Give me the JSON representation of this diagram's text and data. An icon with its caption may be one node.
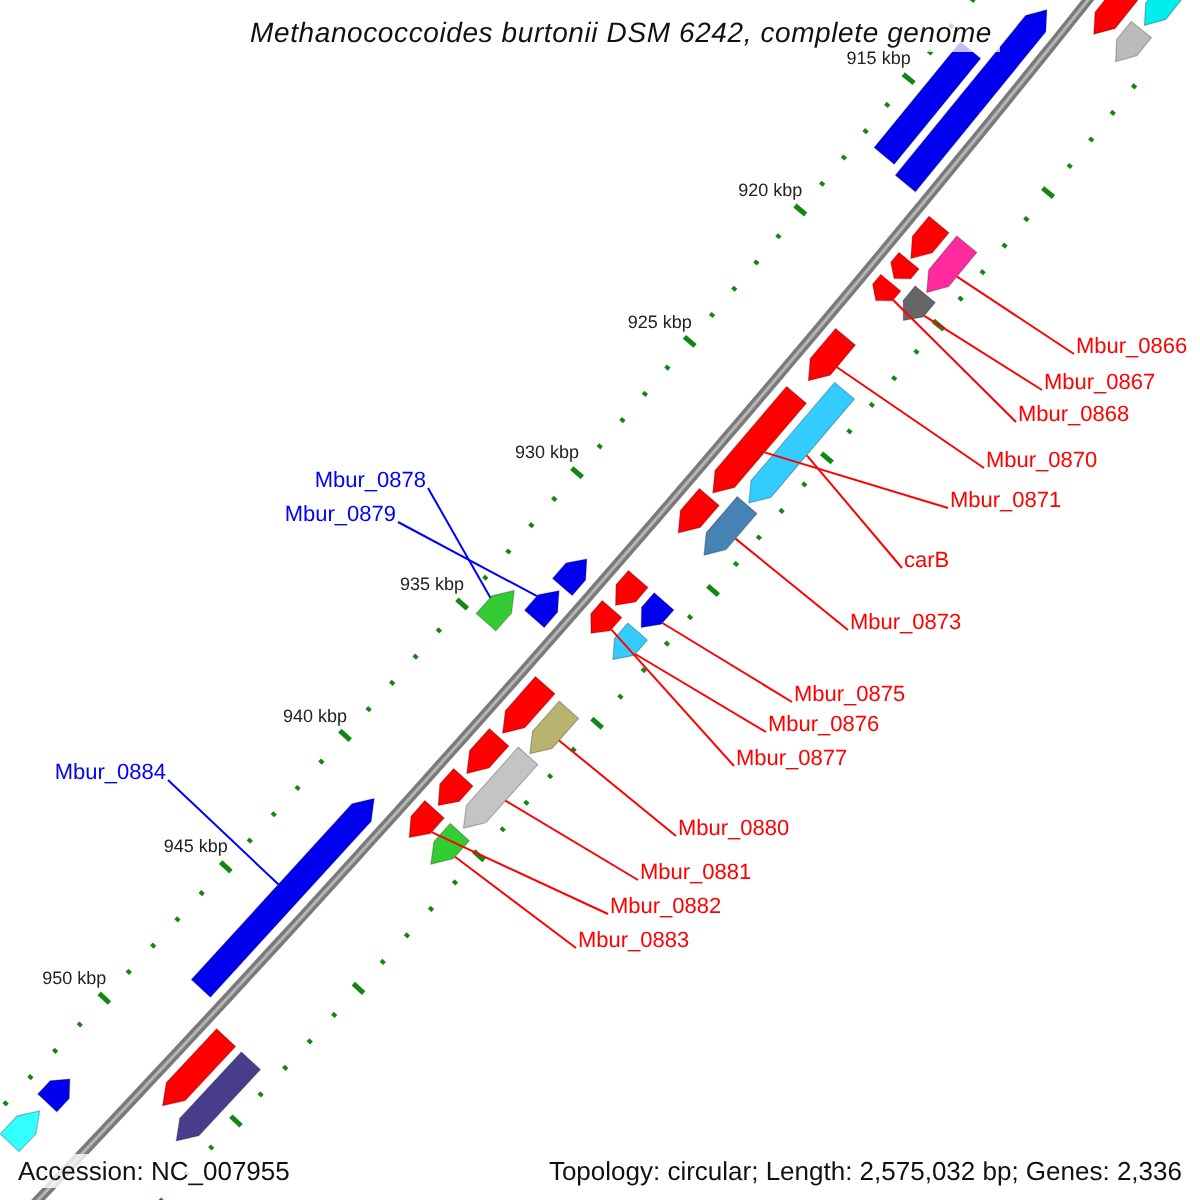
{
  "diagram": {
    "title": "Methanococcoides burtonii DSM 6242, complete genome",
    "nodes": [
      {
        "text": [
          "Mbur_0866"
        ]
      },
      {
        "text": [
          "Mbur_0867"
        ]
      },
      {
        "text": [
          "Mbur_0868"
        ]
      },
      {
        "text": [
          "Mbur_0870"
        ]
      },
      {
        "text": [
          "Mbur_0871"
        ]
      },
      {
        "text": [
          "carB"
        ]
      },
      {
        "text": [
          "Mbur_0873"
        ]
      },
      {
        "text": [
          "Mbur_0878"
        ]
      },
      {
        "text": [
          "Mbur_0879"
        ]
      },
      {
        "text": [
          "Mbur_0875"
        ]
      },
      {
        "text": [
          "Mbur_0876"
        ]
      },
      {
        "text": [
          "Mbur_0877"
        ]
      },
      {
        "text": [
          "Mbur_0880"
        ]
      },
      {
        "text": [
          "Mbur_0881"
        ]
      },
      {
        "text": [
          "Mbur_0882"
        ]
      },
      {
        "text": [
          "Mbur_0883"
        ]
      },
      {
        "text": [
          "Mbur_0884"
        ]
      },
      {
        "text": [],
        "shape": "bar"
      },
      {
        "text": [],
        "shape": "bar"
      },
      {
        "text": [],
        "shape": "bar"
      },
      {
        "text": [],
        "shape": "bar"
      },
      {
        "text": [],
        "shape": "bar"
      },
      {
        "text": [],
        "shape": "bar"
      },
      {
        "text": [],
        "shape": "bar"
      },
      {
        "text": [],
        "shape": "bar"
      },
      {
        "text": [],
        "shape": "bar"
      },
      {
        "text": [],
        "shape": "bar"
      },
      {
        "text": [],
        "shape": "bar"
      },
      {
        "text": [],
        "shape": "bar"
      },
      {
        "text": [],
        "shape": "bar"
      },
      {
        "text": [],
        "shape": "bar"
      },
      {
        "text": [],
        "shape": "bar"
      },
      {
        "text": [],
        "shape": "bar"
      },
      {
        "text": [],
        "shape": "bar"
      },
      {
        "text": [],
        "shape": "box"
      },
      {
        "text": [],
        "shape": "bar"
      },
      {
        "text": [],
        "shape": "bar"
      },
      {
        "text": [],
        "shape": "bar"
      },
      {
        "text": [],
        "shape": "bar"
      },
      {
        "text": [],
        "shape": "bar"
      },
      {
        "text": [],
        "shape": "bar"
      },
      {
        "text": [],
        "shape": "bar"
      },
      {
        "text": [],
        "shape": "bar"
      },
      {
        "text": [],
        "shape": "bar"
      },
      {
        "text": [],
        "shape": "bar"
      },
      {
        "text": [],
        "shape": "bar"
      },
      {
        "text": [],
        "shape": "bar"
      },
      {
        "text": [],
        "shape": "bar"
      },
      {
        "text": [],
        "shape": "bar"
      },
      {
        "text": [],
        "shape": "bar"
      },
      {
        "text": [],
        "shape": "bar"
      }
    ],
    "edges": [
      {
        "from": 0,
        "to": 17,
        "arrow": "none"
      },
      {
        "from": 1,
        "to": 18,
        "arrow": "none"
      },
      {
        "from": 2,
        "to": 19,
        "arrow": "none"
      },
      {
        "from": 3,
        "to": 20,
        "arrow": "none"
      },
      {
        "from": 4,
        "to": 21,
        "arrow": "none"
      },
      {
        "from": 5,
        "to": 22,
        "arrow": "none"
      },
      {
        "from": 6,
        "to": 23,
        "arrow": "none"
      },
      {
        "from": 7,
        "to": 24,
        "arrow": "none",
        "color": "#0000ff"
      },
      {
        "from": 8,
        "to": 25,
        "arrow": "none",
        "color": "#0000ff"
      },
      {
        "from": 9,
        "to": 26,
        "arrow": "none"
      },
      {
        "from": 10,
        "to": 27,
        "arrow": "none"
      },
      {
        "from": 11,
        "to": 28,
        "arrow": "none"
      },
      {
        "from": 12,
        "to": 29,
        "arrow": "none"
      },
      {
        "from": 13,
        "to": 30,
        "arrow": "none"
      },
      {
        "from": 14,
        "to": 31,
        "arrow": "none"
      },
      {
        "from": 15,
        "to": 32,
        "arrow": "none"
      },
      {
        "from": 16,
        "to": 33,
        "arrow": "none",
        "color": "#0000ff"
      }
    ],
    "labels": [
      "915 kbp",
      "920 kbp",
      "925 kbp",
      "930 kbp",
      "935 kbp",
      "940 kbp",
      "945 kbp",
      "950 kbp",
      "Accession: NC_007955",
      "Topology: circular; Length: 2,575,032 bp; Genes: 2,336"
    ]
  }
}
